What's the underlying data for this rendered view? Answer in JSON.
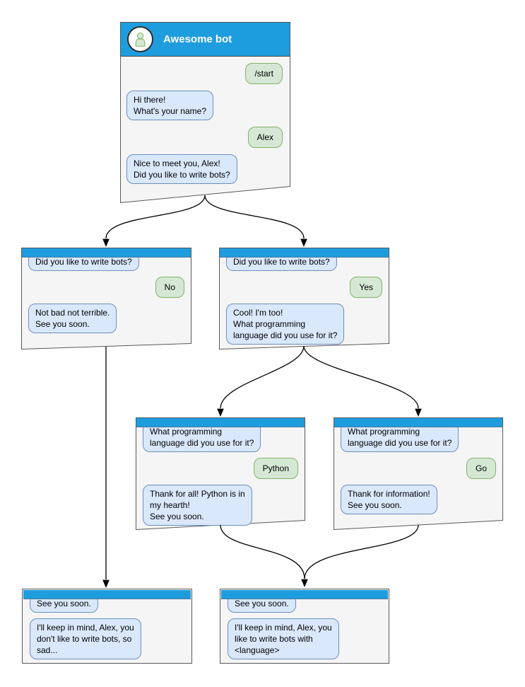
{
  "diagram": {
    "type": "chatbot-conversation-flow",
    "colors": {
      "header_blue": "#1e9dde",
      "window_fill": "#f5f5f5",
      "window_border": "#595959",
      "bot_bubble_fill": "#dae8fc",
      "bot_bubble_border": "#6c8ebf",
      "user_bubble_fill": "#d5e8d4",
      "user_bubble_border": "#82b366",
      "connector": "#000000"
    },
    "icons": {
      "avatar": "person-icon"
    }
  },
  "windows": [
    {
      "id": "root",
      "title": "Awesome bot",
      "messages": [
        {
          "from": "user",
          "text": "/start"
        },
        {
          "from": "bot",
          "text": "Hi there!\nWhat's your name?"
        },
        {
          "from": "user",
          "text": "Alex"
        },
        {
          "from": "bot",
          "text": "Nice to meet you, Alex!\nDid you like to write bots?"
        }
      ]
    },
    {
      "id": "branch-no",
      "messages": [
        {
          "from": "bot",
          "text": "Did you like to write bots?"
        },
        {
          "from": "user",
          "text": "No"
        },
        {
          "from": "bot",
          "text": "Not bad not terrible.\nSee you soon."
        }
      ]
    },
    {
      "id": "branch-yes",
      "messages": [
        {
          "from": "bot",
          "text": "Did you like to write bots?"
        },
        {
          "from": "user",
          "text": "Yes"
        },
        {
          "from": "bot",
          "text": "Cool! I'm too!\nWhat programming\nlanguage did you use for it?"
        }
      ]
    },
    {
      "id": "branch-python",
      "messages": [
        {
          "from": "bot",
          "text": "What programming\nlanguage did you use for it?"
        },
        {
          "from": "user",
          "text": "Python"
        },
        {
          "from": "bot",
          "text": "Thank for all! Python is in\nmy hearth!\nSee you soon."
        }
      ]
    },
    {
      "id": "branch-go",
      "messages": [
        {
          "from": "bot",
          "text": "What programming\nlanguage did you use for it?"
        },
        {
          "from": "user",
          "text": "Go"
        },
        {
          "from": "bot",
          "text": "Thank for information!\nSee you soon."
        }
      ]
    },
    {
      "id": "end-no",
      "messages": [
        {
          "from": "bot",
          "text": "See you soon."
        },
        {
          "from": "bot",
          "text": "I'll keep in mind, Alex, you\ndon't like to write bots, so\nsad..."
        }
      ]
    },
    {
      "id": "end-language",
      "messages": [
        {
          "from": "bot",
          "text": "See you soon."
        },
        {
          "from": "bot",
          "text": "I'll keep in mind, Alex, you\nlike to write bots with\n<language>"
        }
      ]
    }
  ],
  "edges": [
    {
      "from": "root",
      "to": "branch-no"
    },
    {
      "from": "root",
      "to": "branch-yes"
    },
    {
      "from": "branch-yes",
      "to": "branch-python"
    },
    {
      "from": "branch-yes",
      "to": "branch-go"
    },
    {
      "from": "branch-no",
      "to": "end-no"
    },
    {
      "from": "branch-python",
      "to": "end-language"
    },
    {
      "from": "branch-go",
      "to": "end-language"
    }
  ]
}
